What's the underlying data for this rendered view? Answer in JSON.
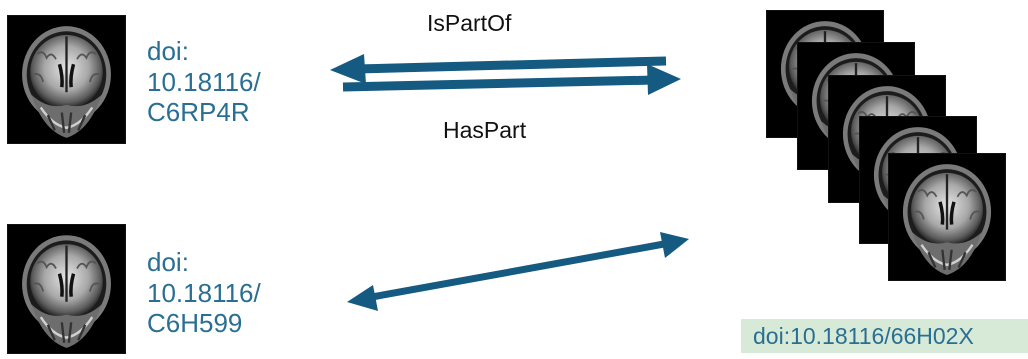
{
  "single_scan_1": {
    "doi_text": "doi:\n10.18116/\nC6RP4R"
  },
  "single_scan_2": {
    "doi_text": "doi:\n10.18116/\nC6H599"
  },
  "relations": {
    "is_part_of": "IsPartOf",
    "has_part": "HasPart"
  },
  "dataset": {
    "doi_text": "doi:10.18116/66H02X"
  },
  "colors": {
    "arrow": "#155a80",
    "doi_text": "#2a6f93",
    "dataset_label_bg": "#d6ead7"
  },
  "icons": {
    "scan_image": "mri-brain-coronal-slice",
    "scan_stack": "mri-brain-slice-stack"
  }
}
